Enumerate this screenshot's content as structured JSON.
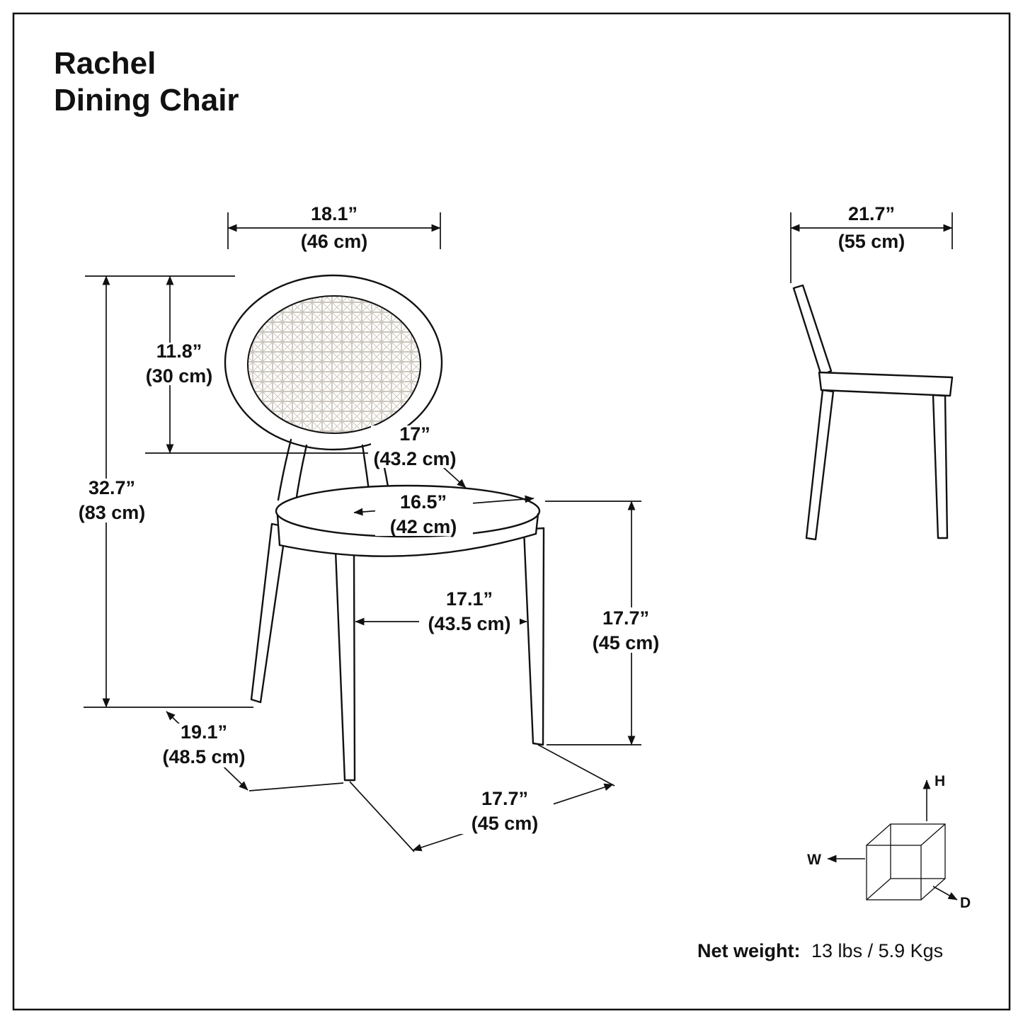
{
  "title": {
    "line1": "Rachel",
    "line2": "Dining Chair"
  },
  "dims": {
    "back_width": {
      "in": "18.1”",
      "cm": "(46 cm)"
    },
    "back_height": {
      "in": "11.8”",
      "cm": "(30 cm)"
    },
    "overall_height": {
      "in": "32.7”",
      "cm": "(83 cm)"
    },
    "seat_front_width": {
      "in": "17”",
      "cm": "(43.2 cm)"
    },
    "seat_depth": {
      "in": "16.5”",
      "cm": "(42 cm)"
    },
    "front_leg_span": {
      "in": "17.1”",
      "cm": "(43.5 cm)"
    },
    "seat_height": {
      "in": "17.7”",
      "cm": "(45 cm)"
    },
    "footprint_width": {
      "in": "19.1”",
      "cm": "(48.5 cm)"
    },
    "footprint_depth": {
      "in": "17.7”",
      "cm": "(45 cm)"
    },
    "overall_depth": {
      "in": "21.7”",
      "cm": "(55 cm)"
    }
  },
  "axis_cube": {
    "h": "H",
    "w": "W",
    "d": "D"
  },
  "net_weight": {
    "label": "Net weight:",
    "value": "13 lbs / 5.9 Kgs"
  },
  "colors": {
    "line": "#111111",
    "cane_mesh": "#b9b3a8",
    "background": "#ffffff"
  }
}
